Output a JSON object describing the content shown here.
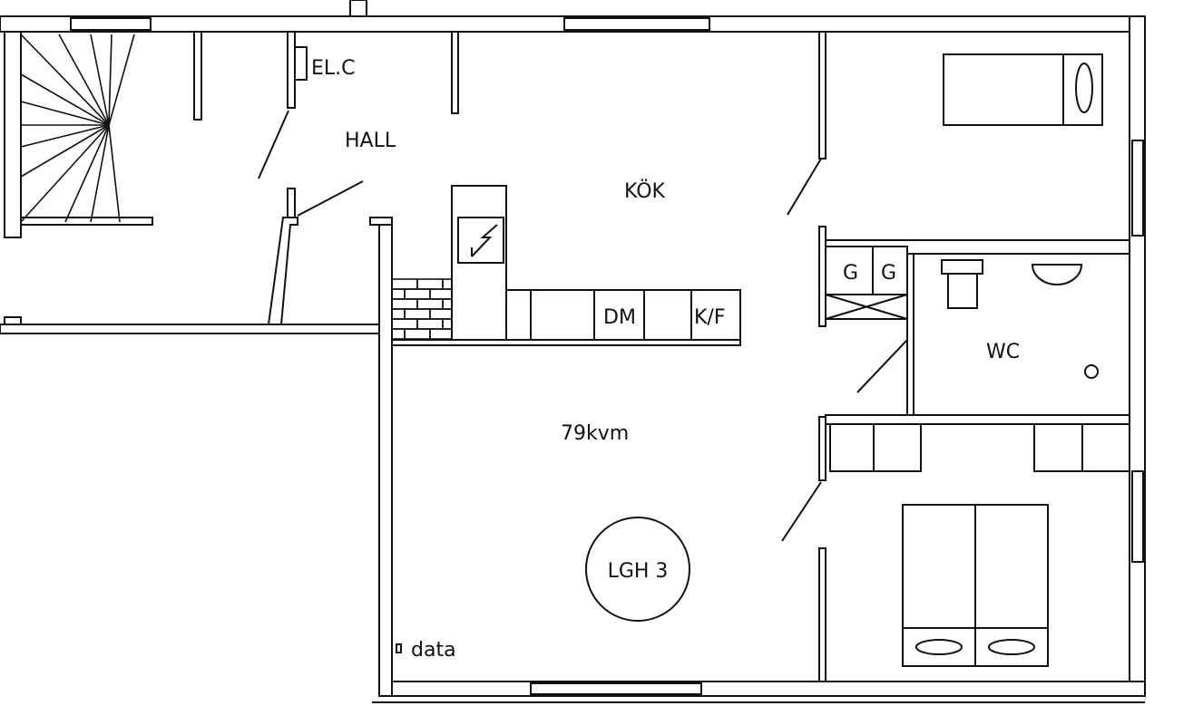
{
  "plan": {
    "labels": {
      "elc": "EL.C",
      "hall": "HALL",
      "kok": "KÖK",
      "dm": "DM",
      "kf": "K/F",
      "g1": "G",
      "g2": "G",
      "wc": "WC",
      "area": "79kvm",
      "apartment": "LGH 3",
      "data": "data"
    },
    "colors": {
      "ink": "#111111",
      "paper": "#ffffff"
    }
  }
}
